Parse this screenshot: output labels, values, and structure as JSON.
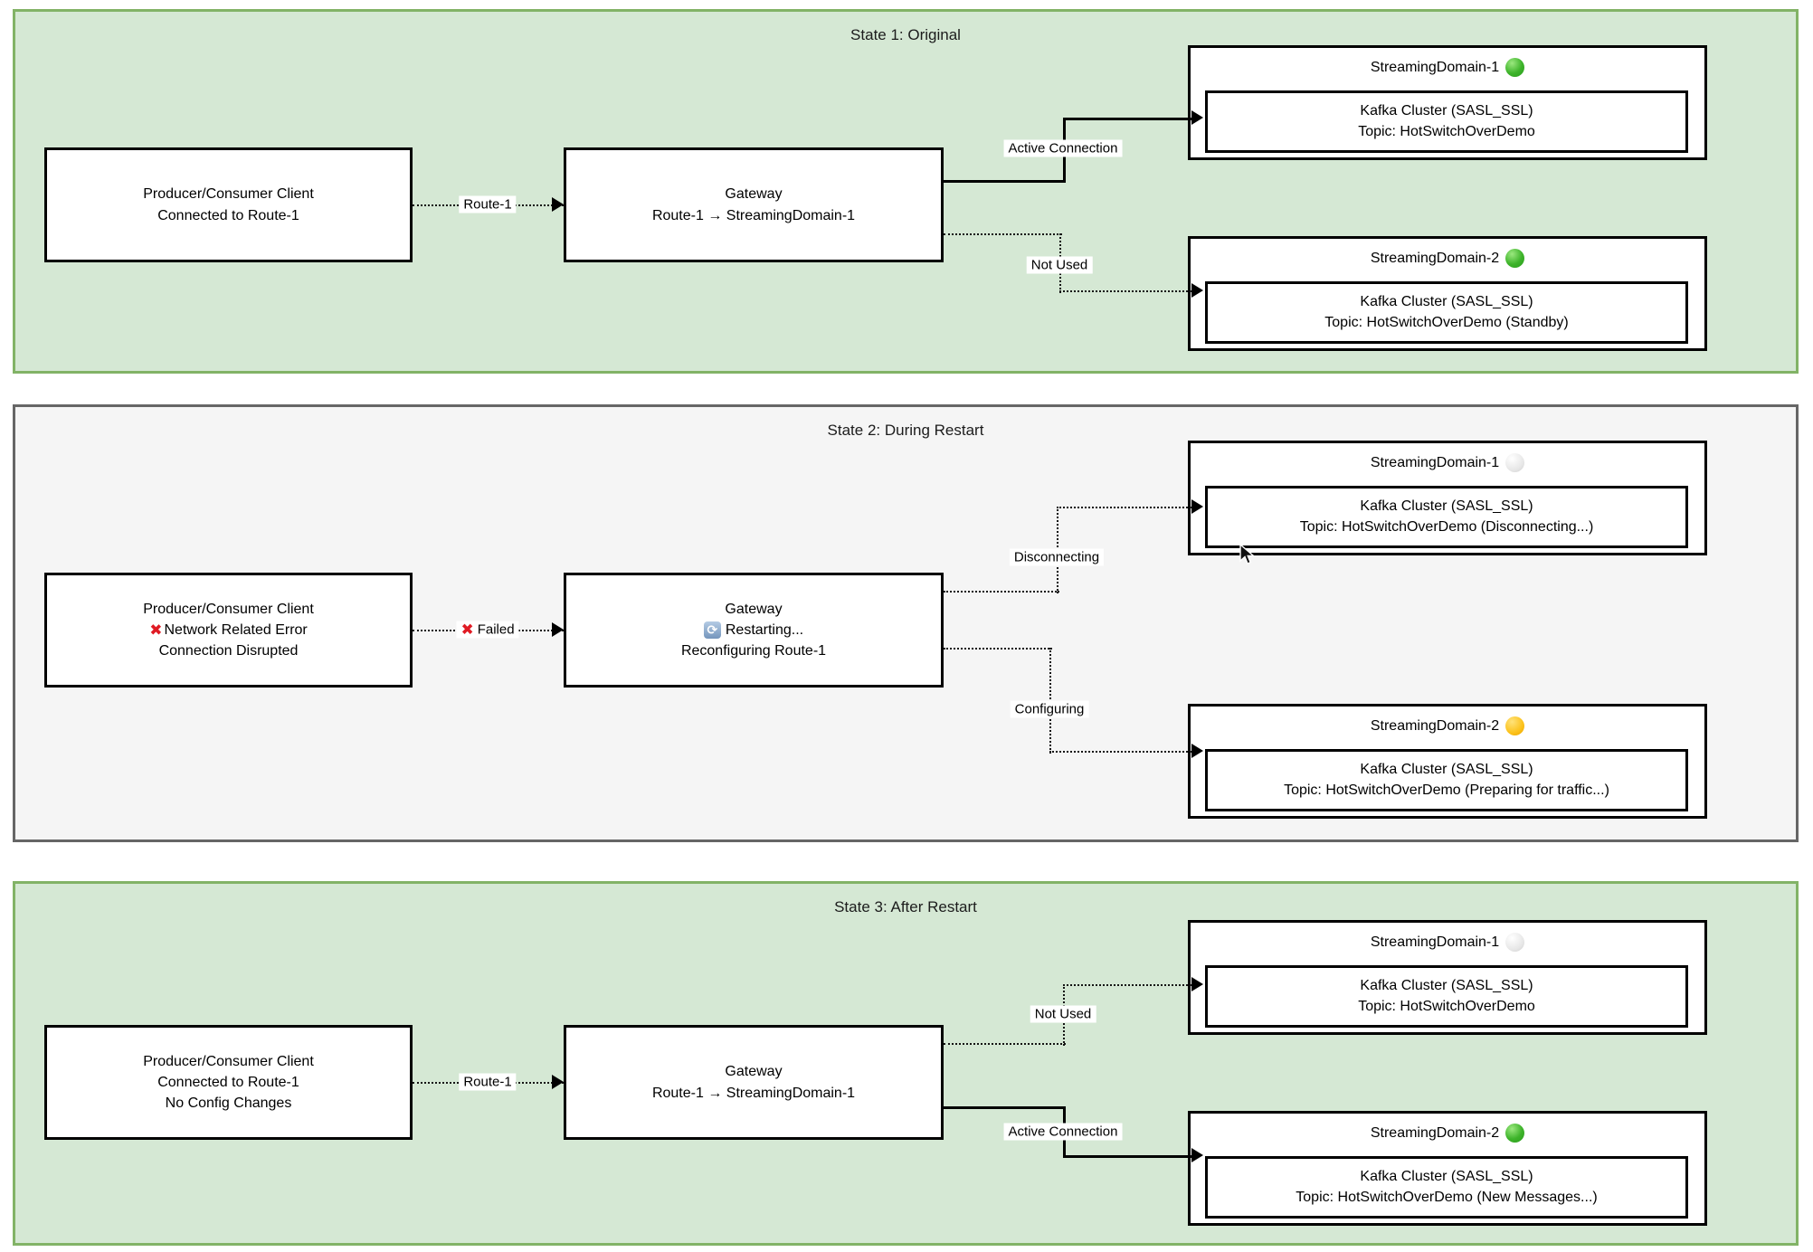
{
  "colors": {
    "panel_green_bg": "#d5e8d4",
    "panel_green_border": "#82b366",
    "panel_gray_bg": "#f5f5f5",
    "panel_gray_border": "#666666",
    "node_border": "#000000",
    "status_green": "#3db32a",
    "status_yellow": "#fcc21b",
    "status_idle": "#e6e6e6",
    "error_red": "#e01b24",
    "restart_icon_blue": "#7495bc"
  },
  "states": [
    {
      "title": "State 1: Original",
      "client": {
        "line1": "Producer/Consumer Client",
        "line2": "Connected to Route-1"
      },
      "route": {
        "label": "Route-1"
      },
      "gateway": {
        "line1": "Gateway",
        "line2": "Route-1 → StreamingDomain-1"
      },
      "connections": {
        "top": {
          "label": "Active Connection",
          "style": "solid"
        },
        "bottom": {
          "label": "Not Used",
          "style": "dotted"
        }
      },
      "domains": [
        {
          "name": "StreamingDomain-1",
          "status": "green",
          "cluster": {
            "line1": "Kafka Cluster (SASL_SSL)",
            "line2": "Topic: HotSwitchOverDemo"
          }
        },
        {
          "name": "StreamingDomain-2",
          "status": "green",
          "cluster": {
            "line1": "Kafka Cluster (SASL_SSL)",
            "line2": "Topic: HotSwitchOverDemo (Standby)"
          }
        }
      ]
    },
    {
      "title": "State 2: During Restart",
      "client": {
        "line1": "Producer/Consumer Client",
        "line2": "Network Related Error",
        "line3": "Connection Disrupted",
        "error_icon": "✖"
      },
      "route": {
        "label": "Failed",
        "error_icon": "✖"
      },
      "gateway": {
        "line1": "Gateway",
        "line2": "Restarting...",
        "line3": "Reconfiguring Route-1",
        "restart_icon": "⟳"
      },
      "connections": {
        "top": {
          "label": "Disconnecting",
          "style": "dotted"
        },
        "bottom": {
          "label": "Configuring",
          "style": "dotted"
        }
      },
      "domains": [
        {
          "name": "StreamingDomain-1",
          "status": "idle",
          "cluster": {
            "line1": "Kafka Cluster (SASL_SSL)",
            "line2": "Topic: HotSwitchOverDemo (Disconnecting...)"
          }
        },
        {
          "name": "StreamingDomain-2",
          "status": "yellow",
          "cluster": {
            "line1": "Kafka Cluster (SASL_SSL)",
            "line2": "Topic: HotSwitchOverDemo (Preparing for traffic...)"
          }
        }
      ]
    },
    {
      "title": "State 3: After Restart",
      "client": {
        "line1": "Producer/Consumer Client",
        "line2": "Connected to Route-1",
        "line3": "No Config Changes"
      },
      "route": {
        "label": "Route-1"
      },
      "gateway": {
        "line1": "Gateway",
        "line2": "Route-1 → StreamingDomain-1"
      },
      "connections": {
        "top": {
          "label": "Not Used",
          "style": "dotted"
        },
        "bottom": {
          "label": "Active Connection",
          "style": "solid"
        }
      },
      "domains": [
        {
          "name": "StreamingDomain-1",
          "status": "idle",
          "cluster": {
            "line1": "Kafka Cluster (SASL_SSL)",
            "line2": "Topic: HotSwitchOverDemo"
          }
        },
        {
          "name": "StreamingDomain-2",
          "status": "green",
          "cluster": {
            "line1": "Kafka Cluster (SASL_SSL)",
            "line2": "Topic: HotSwitchOverDemo (New Messages...)"
          }
        }
      ]
    }
  ]
}
